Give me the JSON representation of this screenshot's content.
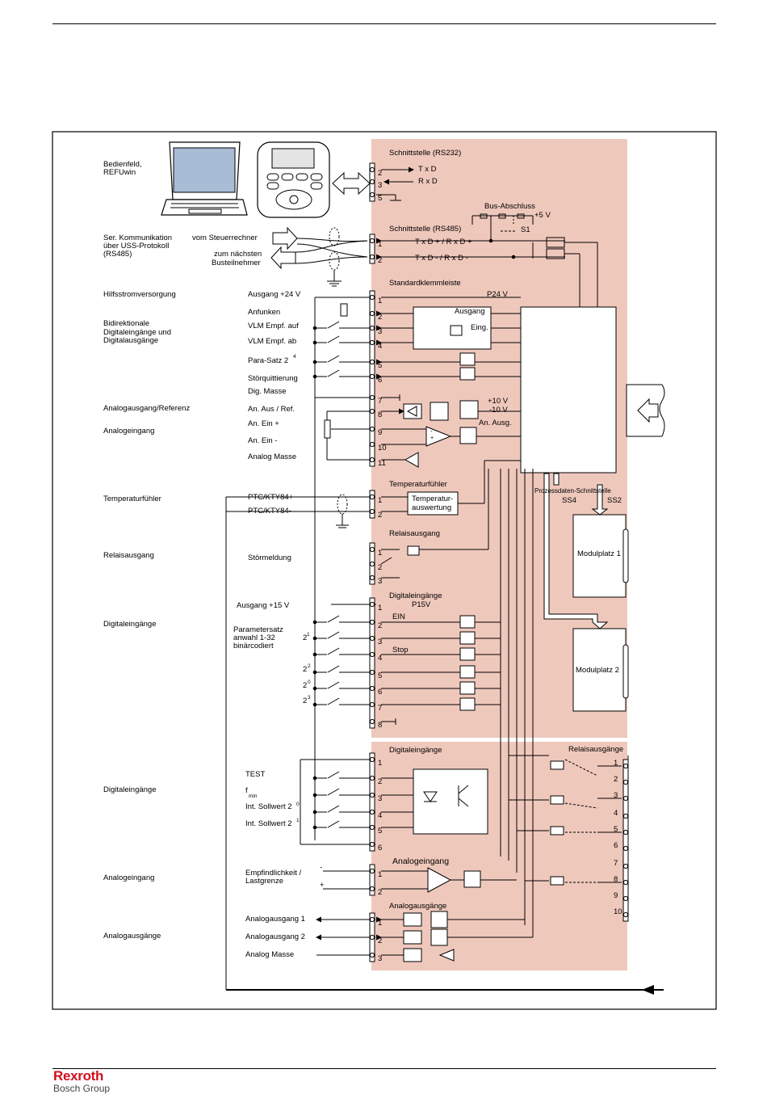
{
  "brand": {
    "name": "Rexroth",
    "group": "Bosch Group",
    "color": "#d40e1c"
  },
  "colors": {
    "panel": "#efc8bc"
  },
  "left_labels": [
    "Bedienfeld,",
    "REFUwin",
    "Ser. Kommunikation",
    "über USS-Protokoll",
    "(RS485)",
    "Hilfsstromversorgung",
    "Bidirektionale",
    "Digitaleingänge und",
    "Digitalausgänge",
    "Analogausgang/Referenz",
    "Analogeingang",
    "Temperaturfühler",
    "Relaisausgang",
    "Digitaleingänge",
    "Digitaleingänge",
    "Analogeingang",
    "Analogausgänge"
  ],
  "signal_labels": [
    "vom Steuerrechner",
    "zum nächsten",
    "Busteilnehmer",
    "Ausgang +24 V",
    "Anfunken",
    "VLM Empf. auf",
    "VLM Empf. ab",
    "Para-Satz 2",
    "Störquittierung",
    "Dig. Masse",
    "An. Aus / Ref.",
    "An. Ein +",
    "An. Ein -",
    "Analog Masse",
    "PTC/KTY84+",
    "PTC/KTY84-",
    "Störmeldung",
    "Ausgang +15 V",
    "Parametersatz",
    "anwahl 1-32",
    "binärcodiert",
    "TEST",
    "f",
    "Int. Sollwert 2",
    "Int. Sollwert 2",
    "Empfindlichkeit /",
    "Lastgrenze",
    "Analogausgang 1",
    "Analogausgang 2",
    "Analog Masse"
  ],
  "superscripts": [
    "4",
    "1",
    "2",
    "0",
    "3",
    "0",
    "1",
    "min"
  ],
  "bin_labels": [
    "2",
    "2",
    "2",
    "2"
  ],
  "sign_labels": [
    "-",
    "+"
  ],
  "section_labels": [
    "Schnittstelle (RS232)",
    "Bus-Abschluss",
    "Schnittstelle (RS485)",
    "Standardklemmleiste",
    "Temperaturfühler",
    "Relaisausgang",
    "Digitaleingänge",
    "Digitaleingänge",
    "Analogeingang",
    "Analogausgänge",
    "Relaisausgänge"
  ],
  "panel_labels": [
    "T x D",
    "R x D",
    "+5 V",
    "S1",
    "T x D + / R x D +",
    "T x D -  / R x D -",
    "P24 V",
    "Ausgang",
    "Eing.",
    "+10 V",
    "-10 V",
    "An. Ausg.",
    "Temperatur-",
    "auswertung",
    "P15V",
    "EIN",
    "Stop",
    "Prozessdaten-Schnittstelle",
    "SS4",
    "SS2",
    "Modulplatz 1",
    "Modulplatz 2"
  ],
  "terminals": {
    "rs232": [
      "2",
      "3",
      "5"
    ],
    "rs485": [
      "1",
      "2"
    ],
    "standard": [
      "1",
      "2",
      "3",
      "4",
      "5",
      "6",
      "7",
      "8",
      "9",
      "10",
      "11"
    ],
    "temperature": [
      "1",
      "2"
    ],
    "relay": [
      "1",
      "2",
      "3"
    ],
    "digital_in": [
      "1",
      "2",
      "3",
      "4",
      "5",
      "6",
      "7",
      "8"
    ],
    "digital_in_2": [
      "1",
      "2",
      "3",
      "4",
      "5",
      "6"
    ],
    "analog_in": [
      "1",
      "2"
    ],
    "analog_out": [
      "1",
      "2",
      "3"
    ],
    "relay_out": [
      "1",
      "2",
      "3",
      "4",
      "5",
      "6",
      "7",
      "8",
      "9",
      "10"
    ]
  },
  "converter_labels": [
    "+",
    "-"
  ],
  "icons": [
    "pc-monitor-icon",
    "keypad-icon",
    "double-arrow-icon",
    "plug-connector-icon",
    "optocoupler-icon",
    "relay-coil-icon",
    "ground-icon"
  ]
}
